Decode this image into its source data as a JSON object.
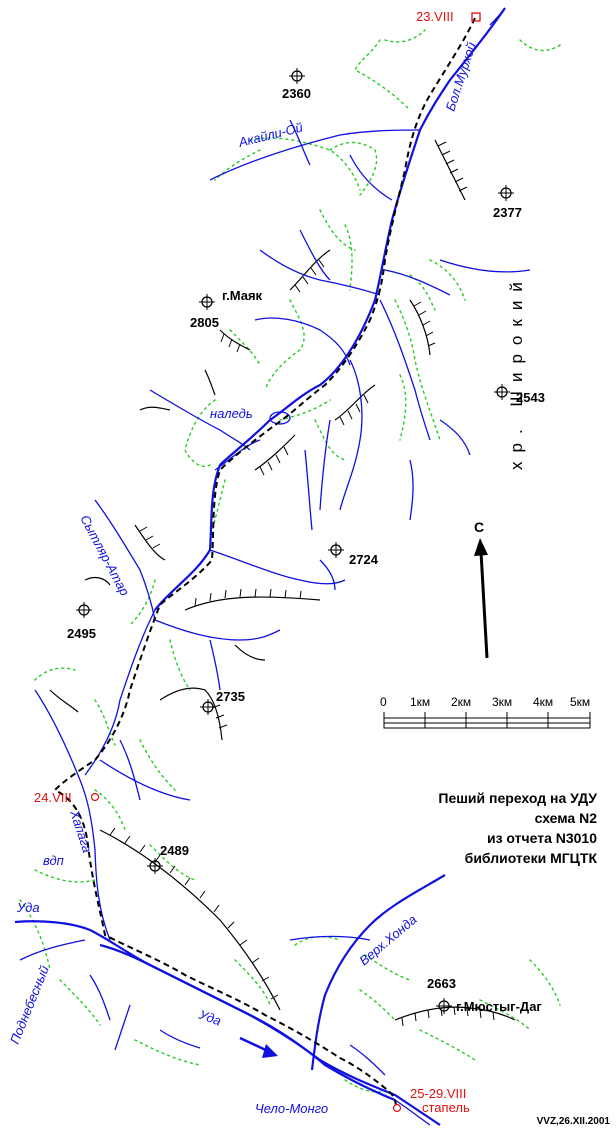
{
  "ridge_name": "хр. Широкий",
  "peaks": [
    {
      "name": "",
      "elevation": "2360"
    },
    {
      "name": "",
      "elevation": "2377"
    },
    {
      "name": "г.Маяк",
      "elevation": "2805"
    },
    {
      "name": "",
      "elevation": "2543"
    },
    {
      "name": "",
      "elevation": "2724"
    },
    {
      "name": "",
      "elevation": "2495"
    },
    {
      "name": "",
      "elevation": "2735"
    },
    {
      "name": "",
      "elevation": "2489"
    },
    {
      "name": "г.Мюстыг-Даг",
      "elevation": "2663"
    }
  ],
  "rivers": {
    "bol_murkhoy": "Бол.Мурхой",
    "akaily_oy": "Акайли-Ой",
    "naled": "наледь",
    "sytlyar_atar": "Сытляр-Атар",
    "khapaga": "Хапага",
    "vdp": "вдп",
    "uda_top": "Уда",
    "podnebesny": "Поднебесный",
    "uda_bottom": "Уда",
    "verkh_khonda": "Верх.Хонда",
    "chelo_mongo": "Чело-Монго"
  },
  "dates": {
    "start": "23.VIII",
    "mid": "24.VIII",
    "end": "25-29.VIII",
    "end_note": "стапель"
  },
  "north_label": "С",
  "scale": {
    "ticks": [
      "0",
      "1км",
      "2км",
      "3км",
      "4км",
      "5км"
    ]
  },
  "title": {
    "line1": "Пеший переход на УДУ",
    "line2": "схема N2",
    "line3": "из отчета N3010",
    "line4": "библиотеки МГЦТК"
  },
  "credit": "VVZ,26.XII.2001",
  "colors": {
    "river": "#1010e0",
    "forest": "#22cc22",
    "route": "#000000",
    "dates": "#e01010"
  }
}
